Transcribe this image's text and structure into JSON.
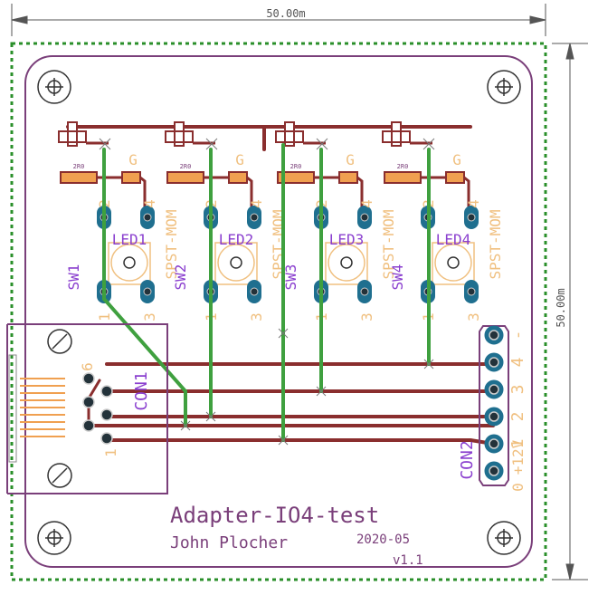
{
  "dimensions": {
    "width_label": "50.00m",
    "height_label": "50.00m"
  },
  "board": {
    "title": "Adapter-IO4-test",
    "author": "John Plocher",
    "date": "2020-05",
    "version": "v1.1"
  },
  "colors": {
    "outline": "#2a8f2a",
    "silk_board": "#7a3f7a",
    "copper": "#8a2e2e",
    "trace_green": "#3fa03f",
    "pad_fill": "#1f6f8f",
    "pad_dark": "#23323a",
    "label_purple": "#8a3fcf",
    "label_tan": "#f0c080",
    "dim_gray": "#555555"
  },
  "switches": [
    {
      "led_ref": "LED1",
      "led_val": "G",
      "sw_ref": "SW1",
      "sw_val": "SPST-MOM",
      "pin_top_left": "2",
      "pin_top_right": "4",
      "pin_bot_left": "1",
      "pin_bot_right": "3",
      "res_label": "2R0"
    },
    {
      "led_ref": "LED2",
      "led_val": "G",
      "sw_ref": "SW2",
      "sw_val": "SPST-MOM",
      "pin_top_left": "2",
      "pin_top_right": "4",
      "pin_bot_left": "1",
      "pin_bot_right": "3",
      "res_label": "2R0"
    },
    {
      "led_ref": "LED3",
      "led_val": "G",
      "sw_ref": "SW3",
      "sw_val": "SPST-MOM",
      "pin_top_left": "2",
      "pin_top_right": "4",
      "pin_bot_left": "1",
      "pin_bot_right": "3",
      "res_label": "2R0"
    },
    {
      "led_ref": "LED4",
      "led_val": "G",
      "sw_ref": "SW4",
      "sw_val": "SPST-MOM",
      "pin_top_left": "2",
      "pin_top_right": "4",
      "pin_bot_left": "1",
      "pin_bot_right": "3",
      "res_label": "2R0"
    }
  ],
  "con1": {
    "ref": "CON1",
    "pin_high": "6",
    "pin_low": "1"
  },
  "con2": {
    "ref": "CON2",
    "labels": [
      "4",
      "3",
      "2",
      "1",
      "+12V",
      "0"
    ],
    "minus_label": "-"
  }
}
